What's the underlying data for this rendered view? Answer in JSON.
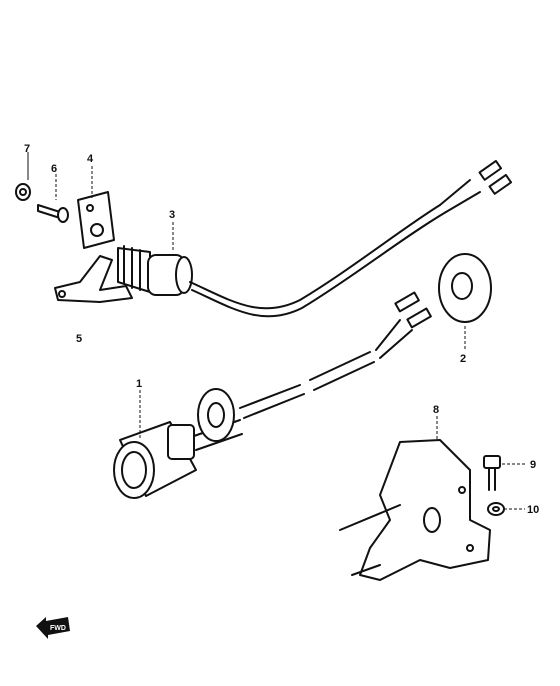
{
  "parts": [
    {
      "key": "p1",
      "label": "1"
    },
    {
      "key": "p2",
      "label": "2"
    },
    {
      "key": "p3",
      "label": "3"
    },
    {
      "key": "p4",
      "label": "4"
    },
    {
      "key": "p5",
      "label": "5"
    },
    {
      "key": "p6",
      "label": "6"
    },
    {
      "key": "p7",
      "label": "7"
    },
    {
      "key": "p8",
      "label": "8"
    },
    {
      "key": "p9",
      "label": "9"
    },
    {
      "key": "p10",
      "label": "10"
    }
  ],
  "fwd_badge": "FWD",
  "colors": {
    "ink": "#111111",
    "paper": "#ffffff"
  }
}
